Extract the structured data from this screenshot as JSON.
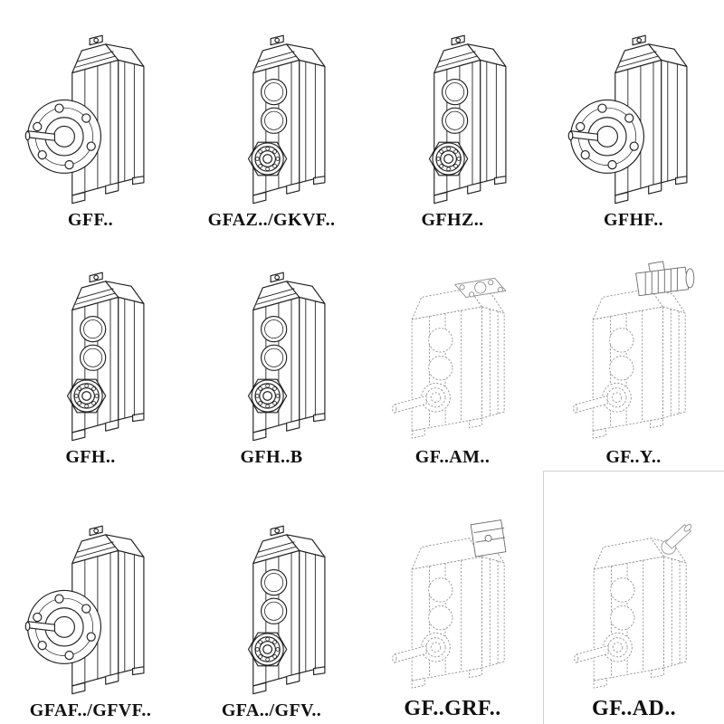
{
  "page": {
    "background": "#ffffff",
    "solid_line_color": "#1f1f1f",
    "dashed_line_color": "#909090"
  },
  "grid": {
    "cells": [
      {
        "label": "GFF..",
        "drawing": "#sym-flange-solid",
        "drawing_style": "solid-line"
      },
      {
        "label": "GFAZ../GKVF..",
        "drawing": "#sym-bore-solid",
        "drawing_style": "solid-line"
      },
      {
        "label": "GFHZ..",
        "drawing": "#sym-bore-solid",
        "drawing_style": "solid-line"
      },
      {
        "label": "GFHF..",
        "drawing": "#sym-flange-solid",
        "drawing_style": "solid-line"
      },
      {
        "label": "GFH..",
        "drawing": "#sym-bore-solid",
        "drawing_style": "solid-line"
      },
      {
        "label": "GFH..B",
        "drawing": "#sym-bore-solid",
        "drawing_style": "solid-line"
      },
      {
        "label": "GF..AM..",
        "drawing": "#sym-dashed-am",
        "drawing_style": "dashed-line"
      },
      {
        "label": "GF..Y..",
        "drawing": "#sym-dashed-y",
        "drawing_style": "dashed-line"
      },
      {
        "label": "GFAF../GFVF..",
        "drawing": "#sym-flange-solid",
        "drawing_style": "solid-line"
      },
      {
        "label": "GFA../GFV..",
        "drawing": "#sym-bore-solid",
        "drawing_style": "solid-line"
      },
      {
        "label": "GF..GRF..",
        "drawing": "#sym-dashed-grf",
        "drawing_style": "dashed-line"
      },
      {
        "label": "GF..AD..",
        "drawing": "#sym-dashed-ad",
        "drawing_style": "dashed-line"
      }
    ]
  }
}
